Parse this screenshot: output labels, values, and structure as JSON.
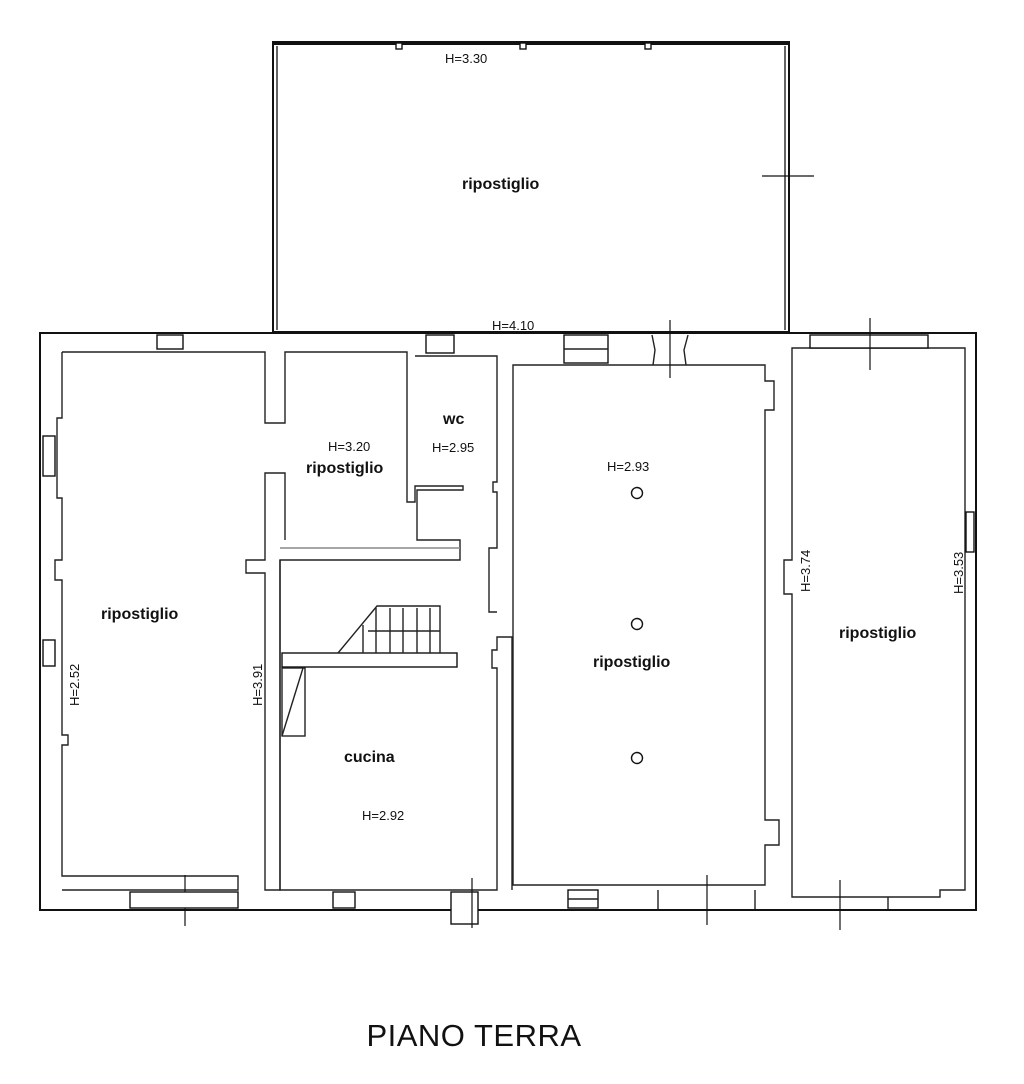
{
  "title": "PIANO TERRA",
  "rooms": {
    "top_storage": {
      "name": "ripostiglio",
      "height": "H=3.30"
    },
    "left_storage": {
      "name": "ripostiglio",
      "height_left": "H=2.52",
      "height_right": "H=3.91"
    },
    "small_storage": {
      "name": "ripostiglio",
      "height": "H=3.20"
    },
    "wc": {
      "name": "wc",
      "height": "H=2.95"
    },
    "kitchen": {
      "name": "cucina",
      "height": "H=2.92"
    },
    "center_storage": {
      "name": "ripostiglio",
      "height": "H=2.93"
    },
    "right_storage": {
      "name": "ripostiglio",
      "height_left": "H=3.74",
      "height_right": "H=3.53"
    }
  },
  "main_block_height": "H=4.10",
  "colors": {
    "line": "#111111",
    "background": "#ffffff"
  }
}
